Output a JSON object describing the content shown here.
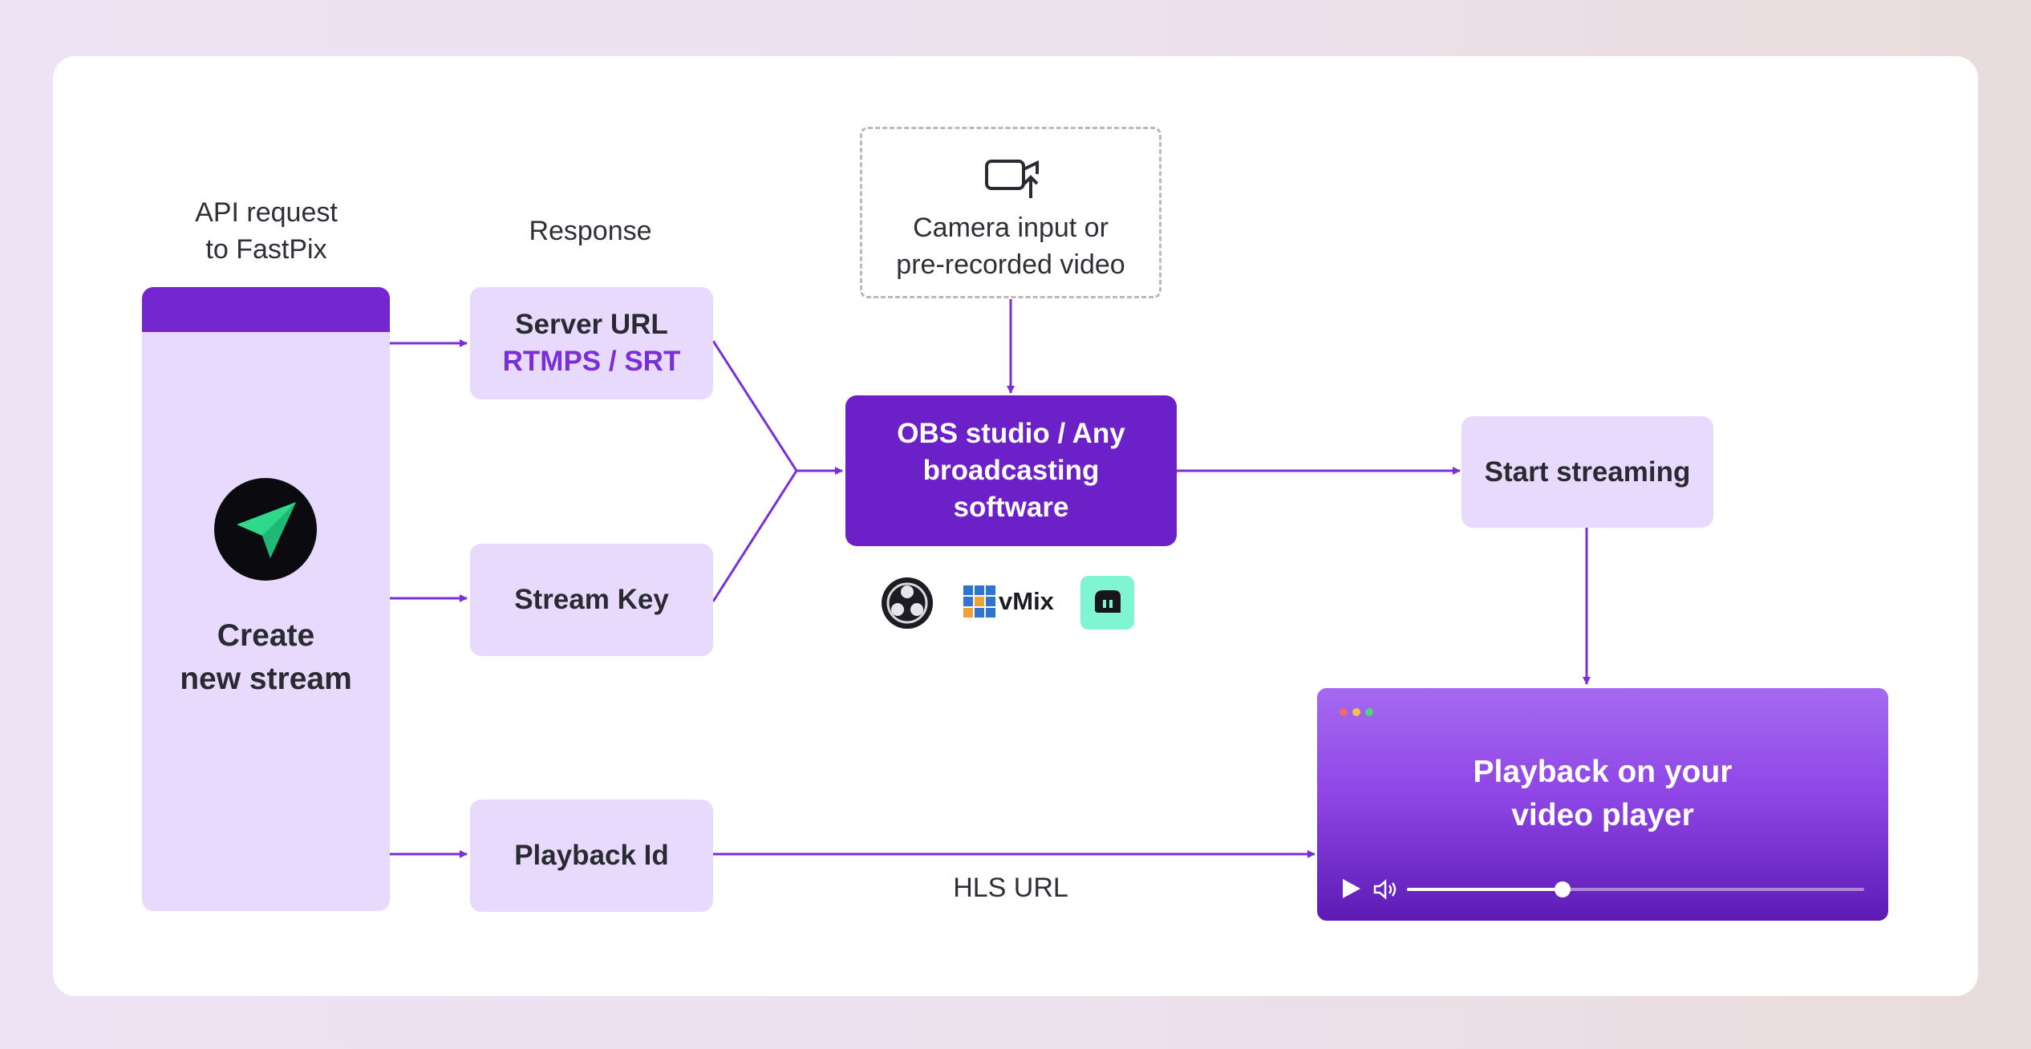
{
  "labels": {
    "api_request": "API request\nto FastPix",
    "response": "Response",
    "hls_url": "HLS URL"
  },
  "create_stream": {
    "title": "Create\nnew stream"
  },
  "response_items": {
    "server_url_title": "Server URL",
    "server_url_protocols": "RTMPS / SRT",
    "stream_key": "Stream Key",
    "playback_id": "Playback Id"
  },
  "camera_input": {
    "label": "Camera input or\npre-recorded video",
    "icon": "camera-upload-icon"
  },
  "broadcaster": {
    "label": "OBS studio / Any\nbroadcasting\nsoftware"
  },
  "software_logos": {
    "obs": "obs-logo",
    "vmix_text": "vMix",
    "streamlabs": "streamlabs-logo"
  },
  "start_streaming": {
    "label": "Start streaming"
  },
  "player": {
    "label": "Playback on your\nvideo player",
    "progress": 0.34
  },
  "colors": {
    "purple": "#7a2fd6",
    "light_purple": "#e8dafc",
    "dark_purple": "#6a1fc6",
    "arrow": "#7a2fd6"
  }
}
